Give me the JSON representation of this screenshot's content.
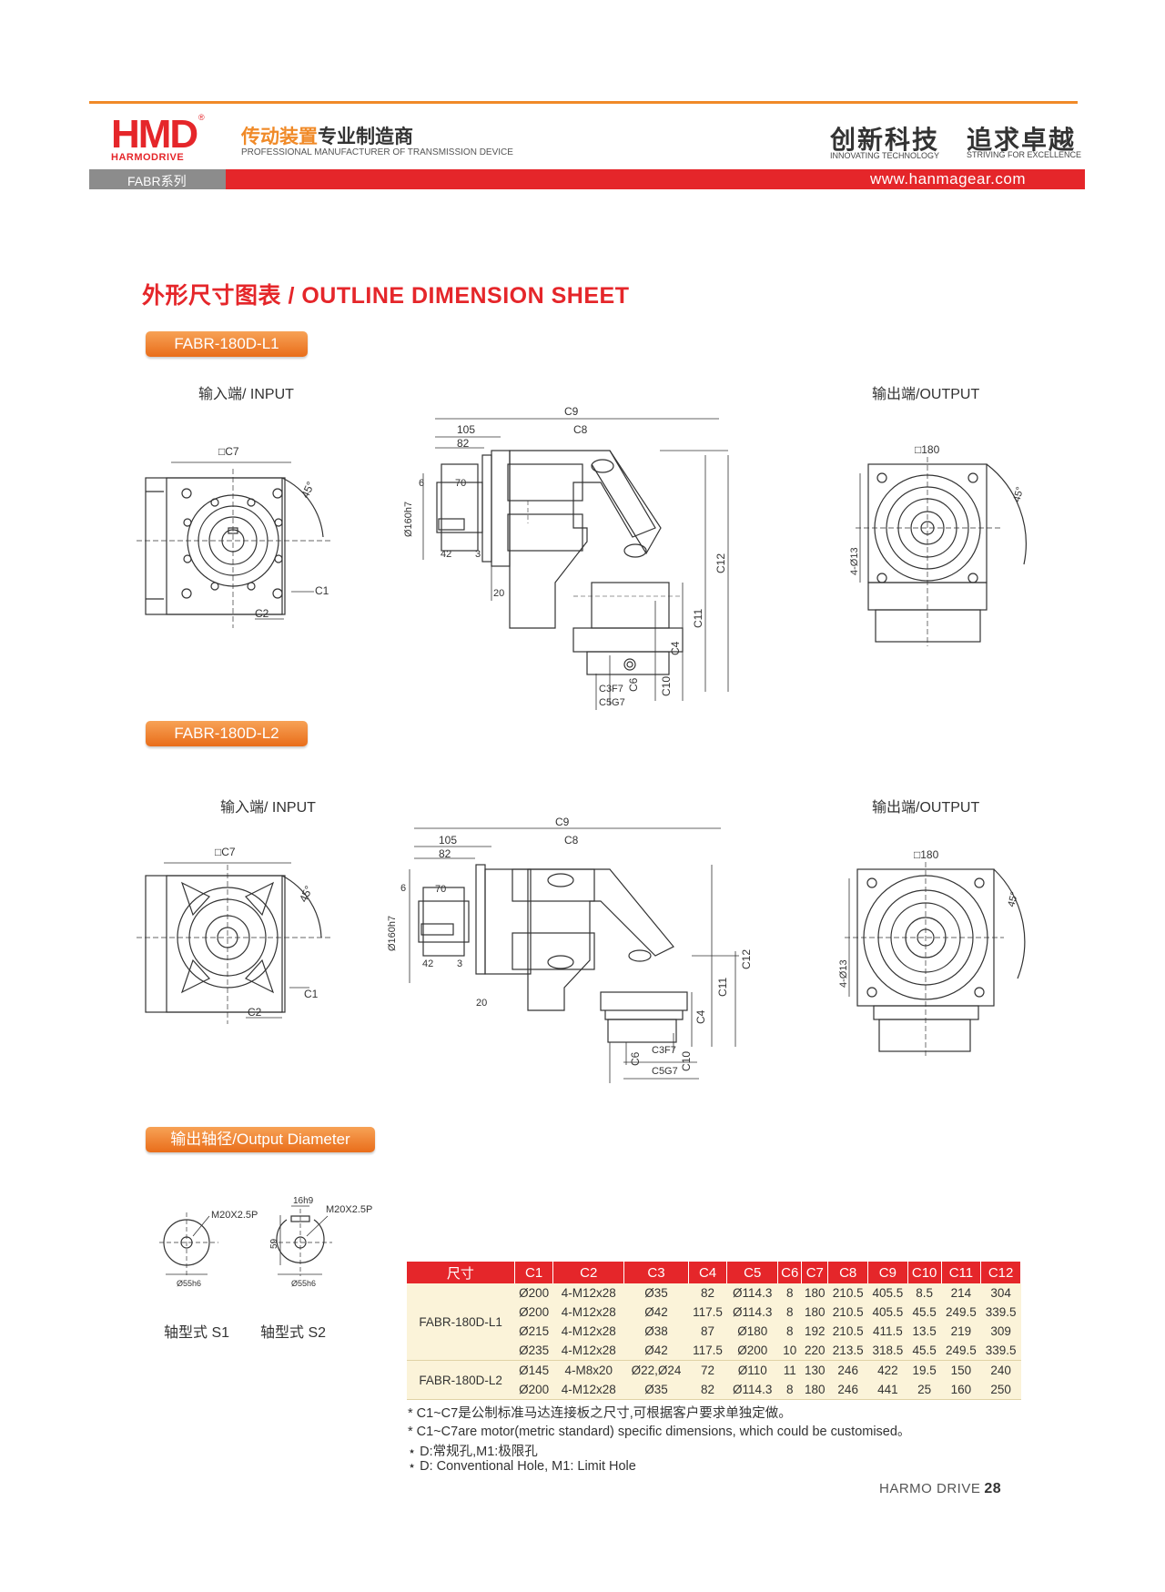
{
  "header": {
    "logo_text": "HMD",
    "logo_sub": "HARMODRIVE",
    "tagline_cn_a": "传动装置",
    "tagline_cn_b": "专业制造商",
    "tagline_en": "PROFESSIONAL MANUFACTURER OF TRANSMISSION DEVICE",
    "slogan1_cn": "创新科技",
    "slogan1_en": "INNOVATING TECHNOLOGY",
    "slogan2_cn": "追求卓越",
    "slogan2_en": "STRIVING FOR EXCELLENCE",
    "series": "FABR系列",
    "url": "www.hanmagear.com"
  },
  "title": "外形尺寸图表 / OUTLINE DIMENSION SHEET",
  "section1": {
    "pill": "FABR-180D-L1",
    "input_label": "输入端/ INPUT",
    "output_label": "输出端/OUTPUT"
  },
  "section2": {
    "pill": "FABR-180D-L2",
    "input_label": "输入端/ INPUT",
    "output_label": "输出端/OUTPUT"
  },
  "section3": {
    "pill": "输出轴径/Output Diameter",
    "s1_label": "轴型式 S1",
    "s2_label": "轴型式 S2"
  },
  "drawing_labels": {
    "c1": "C1",
    "c2": "C2",
    "c3": "C3",
    "c4": "C4",
    "c5": "C5",
    "c6": "C6",
    "c7": "□C7",
    "c8": "C8",
    "c9": "C9",
    "c10": "C10",
    "c11": "C11",
    "c12": "C12",
    "c3f7": "C3F7",
    "c5g7": "C5G7",
    "d105": "105",
    "d82": "82",
    "d70": "70",
    "d6": "6",
    "d42": "42",
    "d3": "3",
    "d20": "20",
    "d160": "Ø160h7",
    "sq180": "□180",
    "holes": "4-Ø13",
    "deg45": "45°",
    "m20": "M20X2.5P",
    "d55": "Ø55h6",
    "d16": "16h9",
    "d59": "59"
  },
  "table": {
    "headers": [
      "尺寸",
      "C1",
      "C2",
      "C3",
      "C4",
      "C5",
      "C6",
      "C7",
      "C8",
      "C9",
      "C10",
      "C11",
      "C12"
    ],
    "groups": [
      {
        "model": "FABR-180D-L1",
        "rows": [
          [
            "Ø200",
            "4-M12x28",
            "Ø35",
            "82",
            "Ø114.3",
            "8",
            "180",
            "210.5",
            "405.5",
            "8.5",
            "214",
            "304"
          ],
          [
            "Ø200",
            "4-M12x28",
            "Ø42",
            "117.5",
            "Ø114.3",
            "8",
            "180",
            "210.5",
            "405.5",
            "45.5",
            "249.5",
            "339.5"
          ],
          [
            "Ø215",
            "4-M12x28",
            "Ø38",
            "87",
            "Ø180",
            "8",
            "192",
            "210.5",
            "411.5",
            "13.5",
            "219",
            "309"
          ],
          [
            "Ø235",
            "4-M12x28",
            "Ø42",
            "117.5",
            "Ø200",
            "10",
            "220",
            "213.5",
            "318.5",
            "45.5",
            "249.5",
            "339.5"
          ]
        ]
      },
      {
        "model": "FABR-180D-L2",
        "rows": [
          [
            "Ø145",
            "4-M8x20",
            "Ø22,Ø24",
            "72",
            "Ø110",
            "11",
            "130",
            "246",
            "422",
            "19.5",
            "150",
            "240"
          ],
          [
            "Ø200",
            "4-M12x28",
            "Ø35",
            "82",
            "Ø114.3",
            "8",
            "180",
            "246",
            "441",
            "25",
            "160",
            "250"
          ]
        ]
      }
    ]
  },
  "notes": [
    "* C1~C7是公制标准马达连接板之尺寸,可根据客户要求单独定做。",
    "* C1~C7are motor(metric standard)  specific dimensions, which could be customised。",
    "⋆ D:常规孔,M1:极限孔",
    "⋆ D: Conventional Hole, M1: Limit Hole"
  ],
  "footer": {
    "brand": "HARMO DRIVE",
    "page": "28"
  },
  "colors": {
    "accent_red": "#e5262a",
    "accent_orange": "#f08a28",
    "table_bg": "#fbf3d9"
  }
}
